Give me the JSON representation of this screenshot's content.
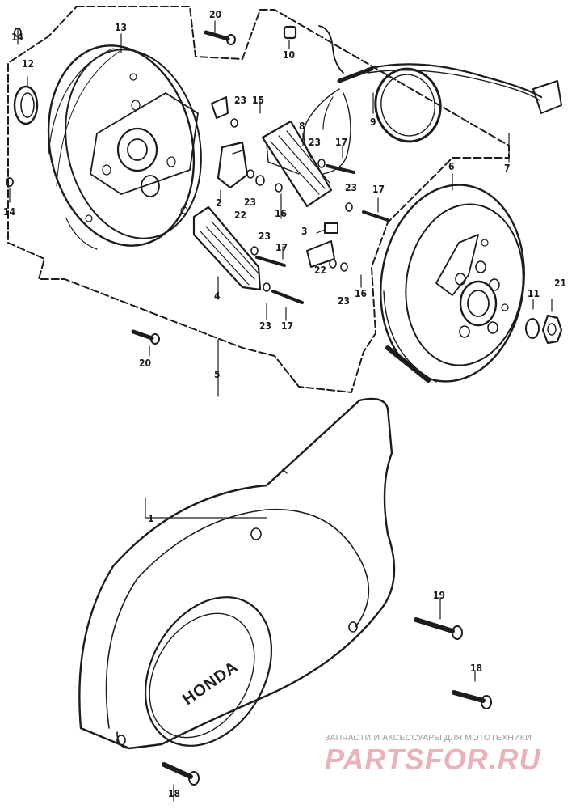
{
  "diagram": {
    "callouts": [
      {
        "id": "c1",
        "text": "1"
      },
      {
        "id": "c2",
        "text": "2"
      },
      {
        "id": "c3",
        "text": "3"
      },
      {
        "id": "c4",
        "text": "4"
      },
      {
        "id": "c5",
        "text": "5"
      },
      {
        "id": "c6",
        "text": "6"
      },
      {
        "id": "c7",
        "text": "7"
      },
      {
        "id": "c8",
        "text": "8"
      },
      {
        "id": "c9",
        "text": "9"
      },
      {
        "id": "c10",
        "text": "10"
      },
      {
        "id": "c11",
        "text": "11"
      },
      {
        "id": "c12",
        "text": "12"
      },
      {
        "id": "c13",
        "text": "13"
      },
      {
        "id": "c14a",
        "text": "14"
      },
      {
        "id": "c14b",
        "text": "14"
      },
      {
        "id": "c15",
        "text": "15"
      },
      {
        "id": "c16a",
        "text": "16"
      },
      {
        "id": "c16b",
        "text": "16"
      },
      {
        "id": "c17a",
        "text": "17"
      },
      {
        "id": "c17b",
        "text": "17"
      },
      {
        "id": "c17c",
        "text": "17"
      },
      {
        "id": "c17d",
        "text": "17"
      },
      {
        "id": "c18a",
        "text": "18"
      },
      {
        "id": "c18b",
        "text": "18"
      },
      {
        "id": "c19",
        "text": "19"
      },
      {
        "id": "c20a",
        "text": "20"
      },
      {
        "id": "c20b",
        "text": "20"
      },
      {
        "id": "c21",
        "text": "21"
      },
      {
        "id": "c22a",
        "text": "22"
      },
      {
        "id": "c22b",
        "text": "22"
      },
      {
        "id": "c23a",
        "text": "23"
      },
      {
        "id": "c23b",
        "text": "23"
      },
      {
        "id": "c23c",
        "text": "23"
      },
      {
        "id": "c23d",
        "text": "23"
      },
      {
        "id": "c23e",
        "text": "23"
      },
      {
        "id": "c23f",
        "text": "23"
      },
      {
        "id": "c23g",
        "text": "23"
      }
    ],
    "cover_brand": "HONDA"
  },
  "watermark": {
    "line1": "ЗАПЧАСТИ И АКСЕССУАРЫ ДЛЯ МОТОТЕХНИКИ",
    "line2": "PARTSFOR.RU"
  }
}
